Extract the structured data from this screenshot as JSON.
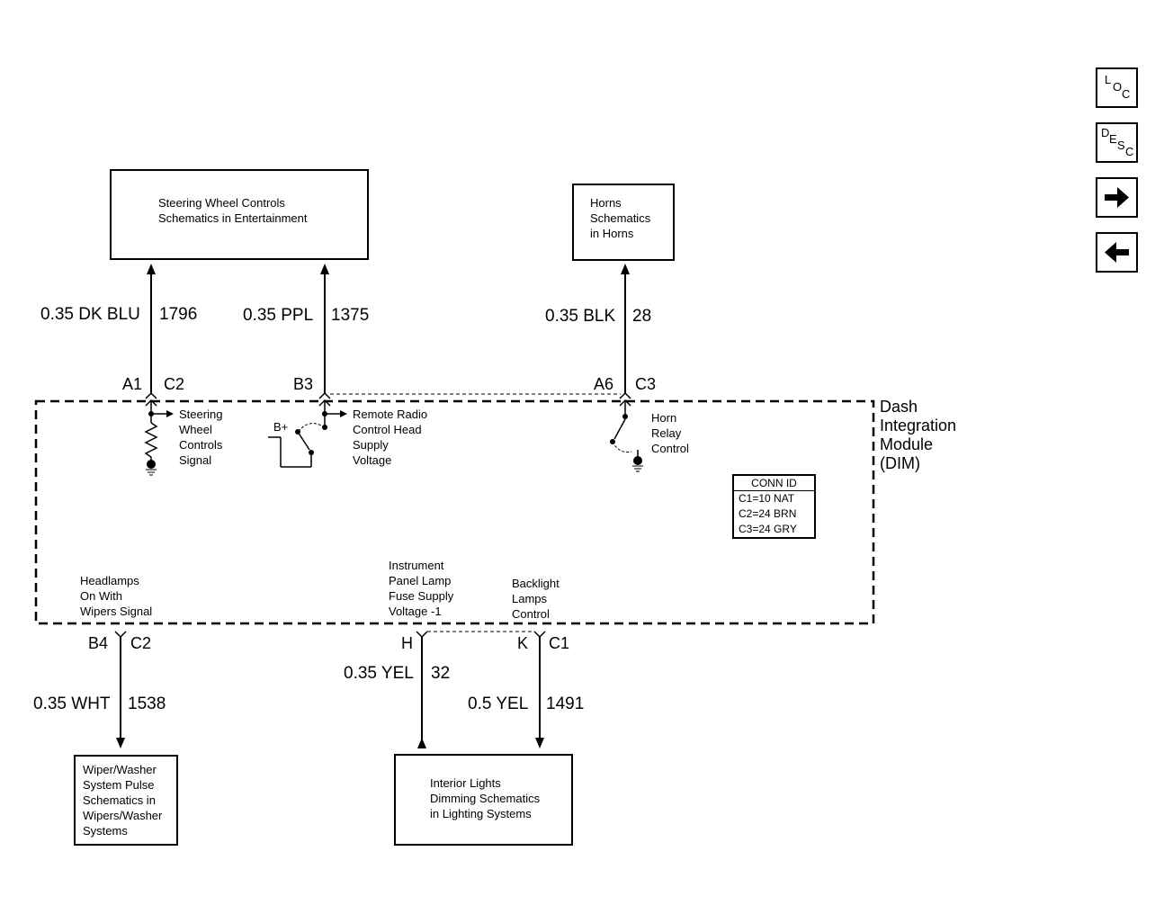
{
  "nav": {
    "loc": {
      "l1": "L",
      "l2": "O",
      "l3": "C"
    },
    "desc": {
      "l1": "D",
      "l2": "E",
      "l3": "S",
      "l4": "C"
    },
    "next_glyph": "➡",
    "prev_glyph": "⬅"
  },
  "boxes": {
    "steering": {
      "line1": "Steering Wheel Controls",
      "line2": "Schematics in Entertainment"
    },
    "horns": {
      "line1": "Horns",
      "line2": "Schematics",
      "line3": "in Horns"
    },
    "wiper": {
      "line1": "Wiper/Washer",
      "line2": "System Pulse",
      "line3": "Schematics in",
      "line4": "Wipers/Washer",
      "line5": "Systems"
    },
    "interior": {
      "line1": "Interior Lights",
      "line2": "Dimming Schematics",
      "line3": "in Lighting Systems"
    }
  },
  "wires": {
    "w1796": {
      "color": "0.35 DK BLU",
      "circuit": "1796"
    },
    "w1375": {
      "color": "0.35 PPL",
      "circuit": "1375"
    },
    "w28": {
      "color": "0.35 BLK",
      "circuit": "28"
    },
    "w1538": {
      "color": "0.35 WHT",
      "circuit": "1538"
    },
    "w32": {
      "color": "0.35 YEL",
      "circuit": "32"
    },
    "w1491": {
      "color": "0.5 YEL",
      "circuit": "1491"
    }
  },
  "pins": {
    "a1": "A1",
    "c2_top": "C2",
    "b3": "B3",
    "a6": "A6",
    "c3": "C3",
    "b4": "B4",
    "c2_bottom": "C2",
    "h": "H",
    "k": "K",
    "c1": "C1"
  },
  "module": {
    "line1": "Dash",
    "line2": "Integration",
    "line3": "Module",
    "line4": "(DIM)"
  },
  "internal": {
    "steering_signal": {
      "line1": "Steering",
      "line2": "Wheel",
      "line3": "Controls",
      "line4": "Signal"
    },
    "radio": {
      "line1": "Remote Radio",
      "line2": "Control Head",
      "line3": "Supply",
      "line4": "Voltage"
    },
    "bplus": "B+",
    "horn_relay": {
      "line1": "Horn",
      "line2": "Relay",
      "line3": "Control"
    },
    "headlamps": {
      "line1": "Headlamps",
      "line2": "On With",
      "line3": "Wipers Signal"
    },
    "ip_lamp": {
      "line1": "Instrument",
      "line2": "Panel Lamp",
      "line3": "Fuse Supply",
      "line4": "Voltage -1"
    },
    "backlight": {
      "line1": "Backlight",
      "line2": "Lamps",
      "line3": "Control"
    }
  },
  "conn_id": {
    "title": "CONN ID",
    "rows": [
      "C1=10 NAT",
      "C2=24 BRN",
      "C3=24 GRY"
    ]
  }
}
